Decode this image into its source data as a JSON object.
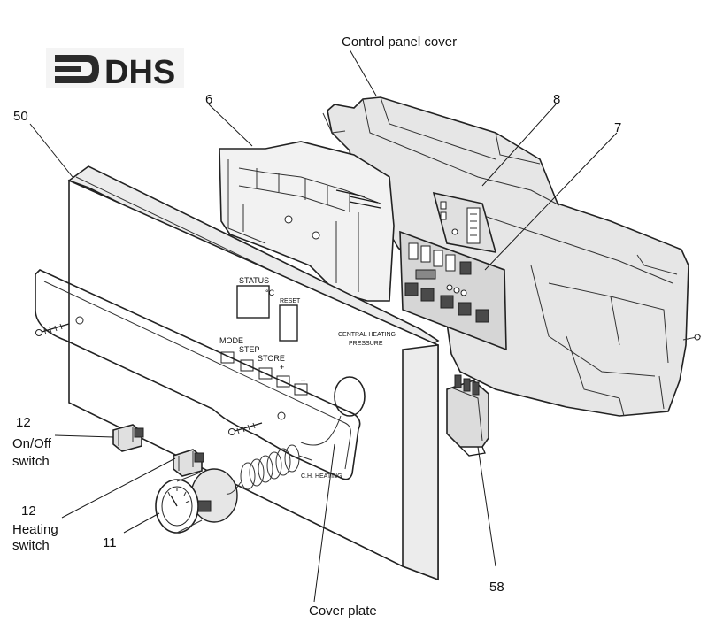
{
  "logo": {
    "text": "DHS"
  },
  "callouts": {
    "control_panel_cover": "Control panel cover",
    "part_6": "6",
    "part_8": "8",
    "part_7": "7",
    "part_50": "50",
    "part_12_a_num": "12",
    "part_12_a_line1": "On/Off",
    "part_12_a_line2": "switch",
    "part_12_b_num": "12",
    "part_12_b_line1": "Heating",
    "part_12_b_line2": "switch",
    "part_11": "11",
    "part_58": "58",
    "cover_plate": "Cover plate"
  },
  "panel_labels": {
    "status": "STATUS",
    "degc": "°C",
    "reset": "RESET",
    "mode": "MODE",
    "step": "STEP",
    "store": "STORE",
    "plus": "+",
    "minus": "–",
    "central_heating": "CENTRAL HEATING",
    "pressure": "PRESSURE",
    "ch_heating": "C.H. HEATING"
  },
  "colors": {
    "line": "#1a1a1a",
    "cover_fill": "#e4e4e4",
    "panel_fill": "#ffffff",
    "pcb_fill": "#d9d9d9",
    "key_fill": "#4a4a4a",
    "logo_dark": "#2b2b2b"
  }
}
